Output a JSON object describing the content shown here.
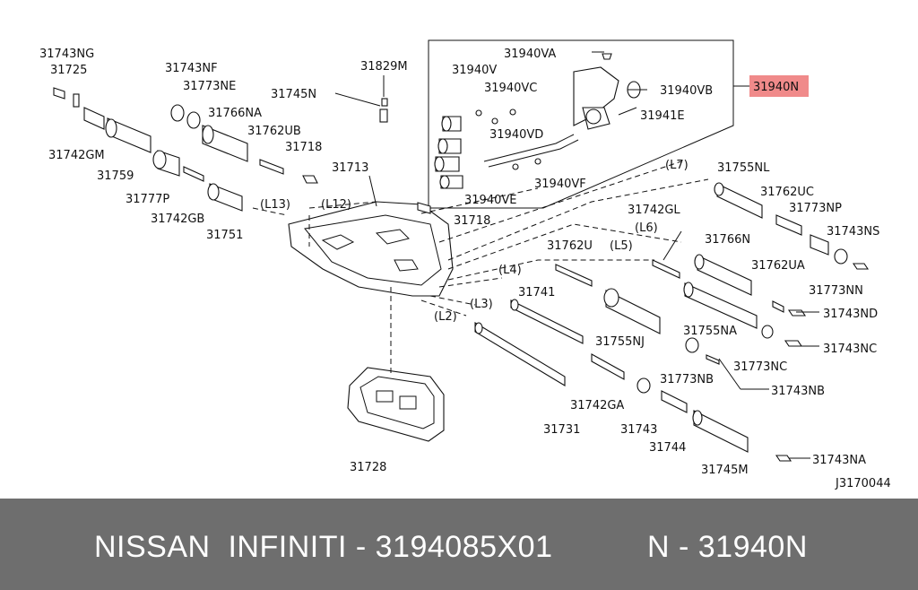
{
  "diagram": {
    "highlight_color": "#f08a8a",
    "highlighted_label": "31940N",
    "drawing_code": "J3170044",
    "labels": [
      "31743NG",
      "31725",
      "31743NF",
      "31773NE",
      "31766NA",
      "31745N",
      "31829M",
      "31762UB",
      "31718",
      "31713",
      "31742GM",
      "31759",
      "31777P",
      "31742GB",
      "31751",
      "(L13)",
      "(L12)",
      "31718",
      "31940VA",
      "31940V",
      "31940VC",
      "31940VB",
      "31940N",
      "31941E",
      "31940VD",
      "31940VF",
      "31940VE",
      "(L7)",
      "31755NL",
      "31762UC",
      "31773NP",
      "31742GL",
      "(L6)",
      "31743NS",
      "31766N",
      "31762U",
      "(L5)",
      "31762UA",
      "(L4)",
      "31773NN",
      "31741",
      "(L3)",
      "31743ND",
      "(L2)",
      "31755NJ",
      "31755NA",
      "31743NC",
      "31773NC",
      "31773NB",
      "31743NB",
      "31742GA",
      "31731",
      "31743",
      "31744",
      "31745M",
      "31743NA",
      "31728"
    ]
  },
  "footer": {
    "left_text": "NISSAN  INFINITI - 3194085X01",
    "right_text": "N - 31940N"
  }
}
